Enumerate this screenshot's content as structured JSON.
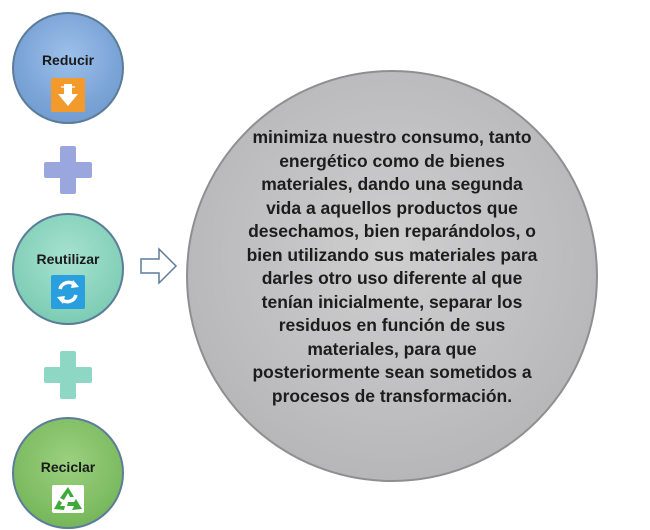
{
  "nodes": {
    "reducir": {
      "label": "Reducir",
      "icon": "down-arrow-icon",
      "color": "#7aa3d6",
      "icon_color": "#f39a2d"
    },
    "reutilizar": {
      "label": "Reutilizar",
      "icon": "refresh-cycle-icon",
      "color": "#86d1ba",
      "icon_color": "#2a9fe0"
    },
    "reciclar": {
      "label": "Reciclar",
      "icon": "recycle-icon",
      "color": "#7fbd63",
      "icon_color": "#3faa3a"
    }
  },
  "connectors": [
    "plus-icon",
    "plus-icon"
  ],
  "arrow": "right-arrow-icon",
  "definition": {
    "text": "minimiza nuestro consumo, tanto energético como de bienes materiales, dando una segunda vida a aquellos productos que desechamos, bien reparándolos, o bien utilizando sus materiales para darles otro uso diferente al que tenían inicialmente, separar los residuos en función de sus materiales, para que posteriormente sean sometidos a procesos de transformación.",
    "color": "#bdbdbf"
  }
}
